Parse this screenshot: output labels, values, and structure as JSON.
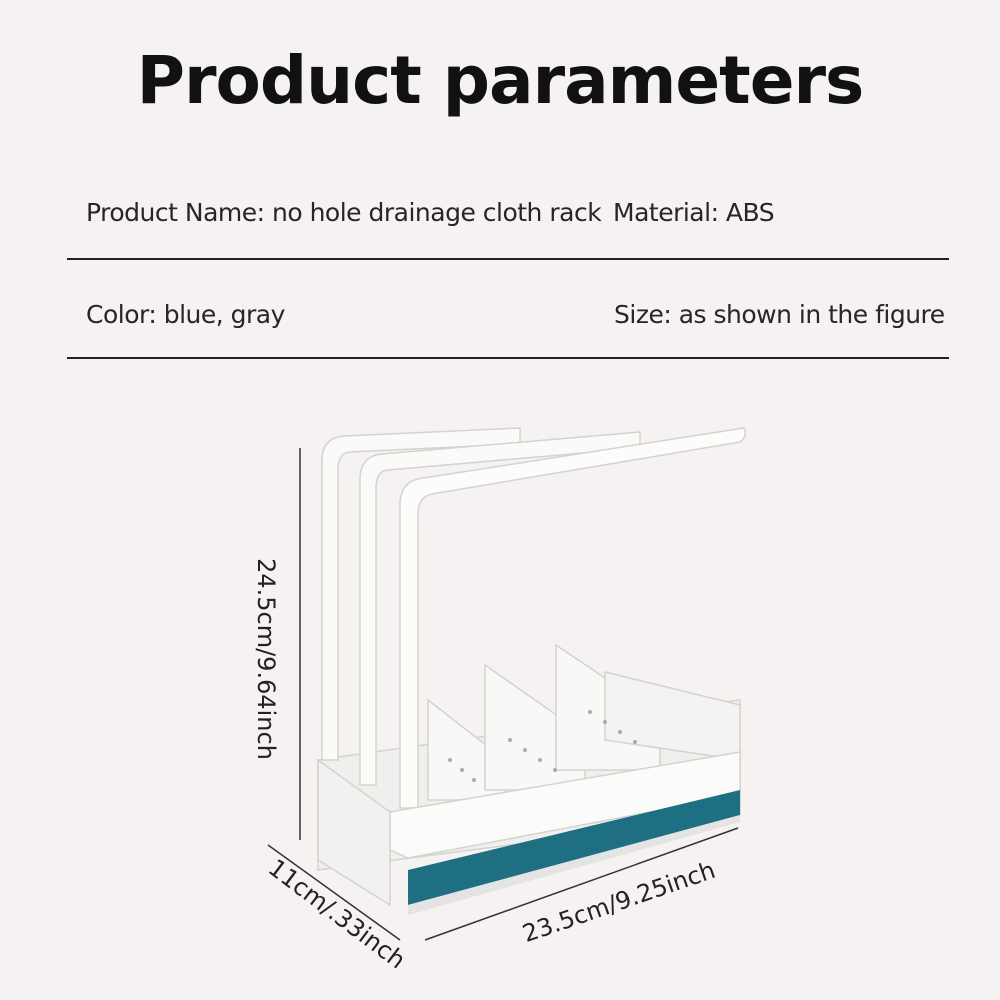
{
  "title": "Product parameters",
  "params": {
    "product_name": "Product Name: no hole drainage cloth rack",
    "material": "Material: ABS",
    "color": "Color: blue, gray",
    "size": "Size: as shown in the figure"
  },
  "dimensions": {
    "height": "24.5cm/9.64inch",
    "depth": "11cm/.33inch",
    "width": "23.5cm/9.25inch"
  },
  "colors": {
    "background": "#f5f2f1",
    "rack_white": "#f7f7f6",
    "tray_blue": "#1f6f82"
  }
}
